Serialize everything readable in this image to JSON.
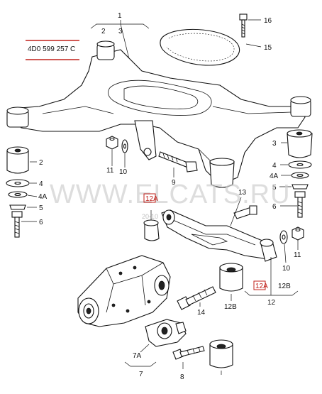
{
  "partnumber": "4D0 599 257 C",
  "watermark": "WWW.ELCATS.RU",
  "watermark_sub": "20-10",
  "callouts": {
    "c1": "1",
    "c2": "2",
    "c3": "3",
    "c2L": "2",
    "c3R": "3",
    "c4L": "4",
    "c4R": "4",
    "c4AL": "4A",
    "c4AR": "4A",
    "c5L": "5",
    "c5R": "5",
    "c6L": "6",
    "c6R": "6",
    "c7": "7",
    "c7A": "7A",
    "c8": "8",
    "c9": "9",
    "c10a": "10",
    "c10b": "10",
    "c11a": "11",
    "c11b": "11",
    "c12": "12",
    "c12A_top": "12A",
    "c12A": "12A",
    "c12B": "12B",
    "c12B2": "12B",
    "c13": "13",
    "c14": "14",
    "c15": "15",
    "c16": "16"
  },
  "colors": {
    "line": "#111111",
    "highlight": "#c0201a",
    "watermark": "#cfcfcf"
  }
}
